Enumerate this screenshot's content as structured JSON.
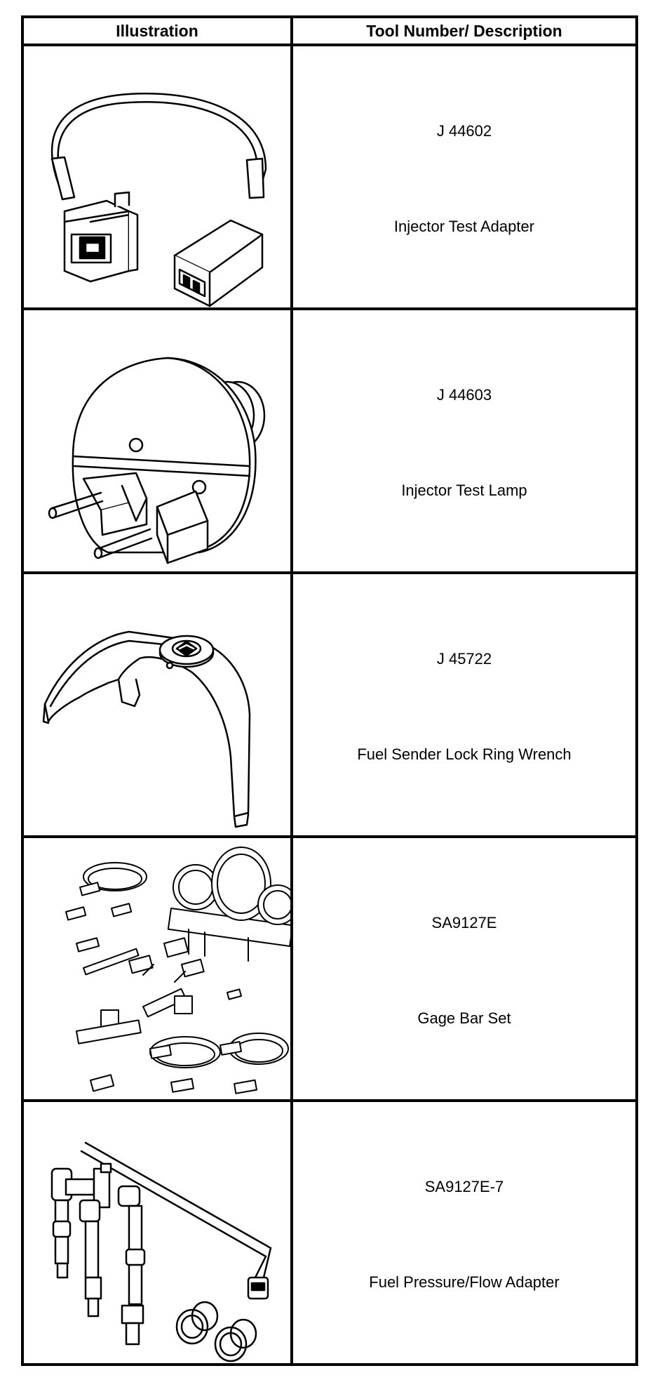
{
  "header": {
    "illustration": "Illustration",
    "description": "Tool Number/ Description"
  },
  "tools": [
    {
      "number": "J 44602",
      "name": "Injector Test Adapter",
      "icon": "injector-test-adapter-icon"
    },
    {
      "number": "J 44603",
      "name": "Injector Test Lamp",
      "icon": "injector-test-lamp-icon"
    },
    {
      "number": "J 45722",
      "name": "Fuel Sender Lock Ring Wrench",
      "icon": "lock-ring-wrench-icon"
    },
    {
      "number": "SA9127E",
      "name": "Gage Bar Set",
      "icon": "gage-bar-set-icon"
    },
    {
      "number": "SA9127E-7",
      "name": "Fuel Pressure/Flow Adapter",
      "icon": "fuel-pressure-flow-adapter-icon"
    }
  ]
}
